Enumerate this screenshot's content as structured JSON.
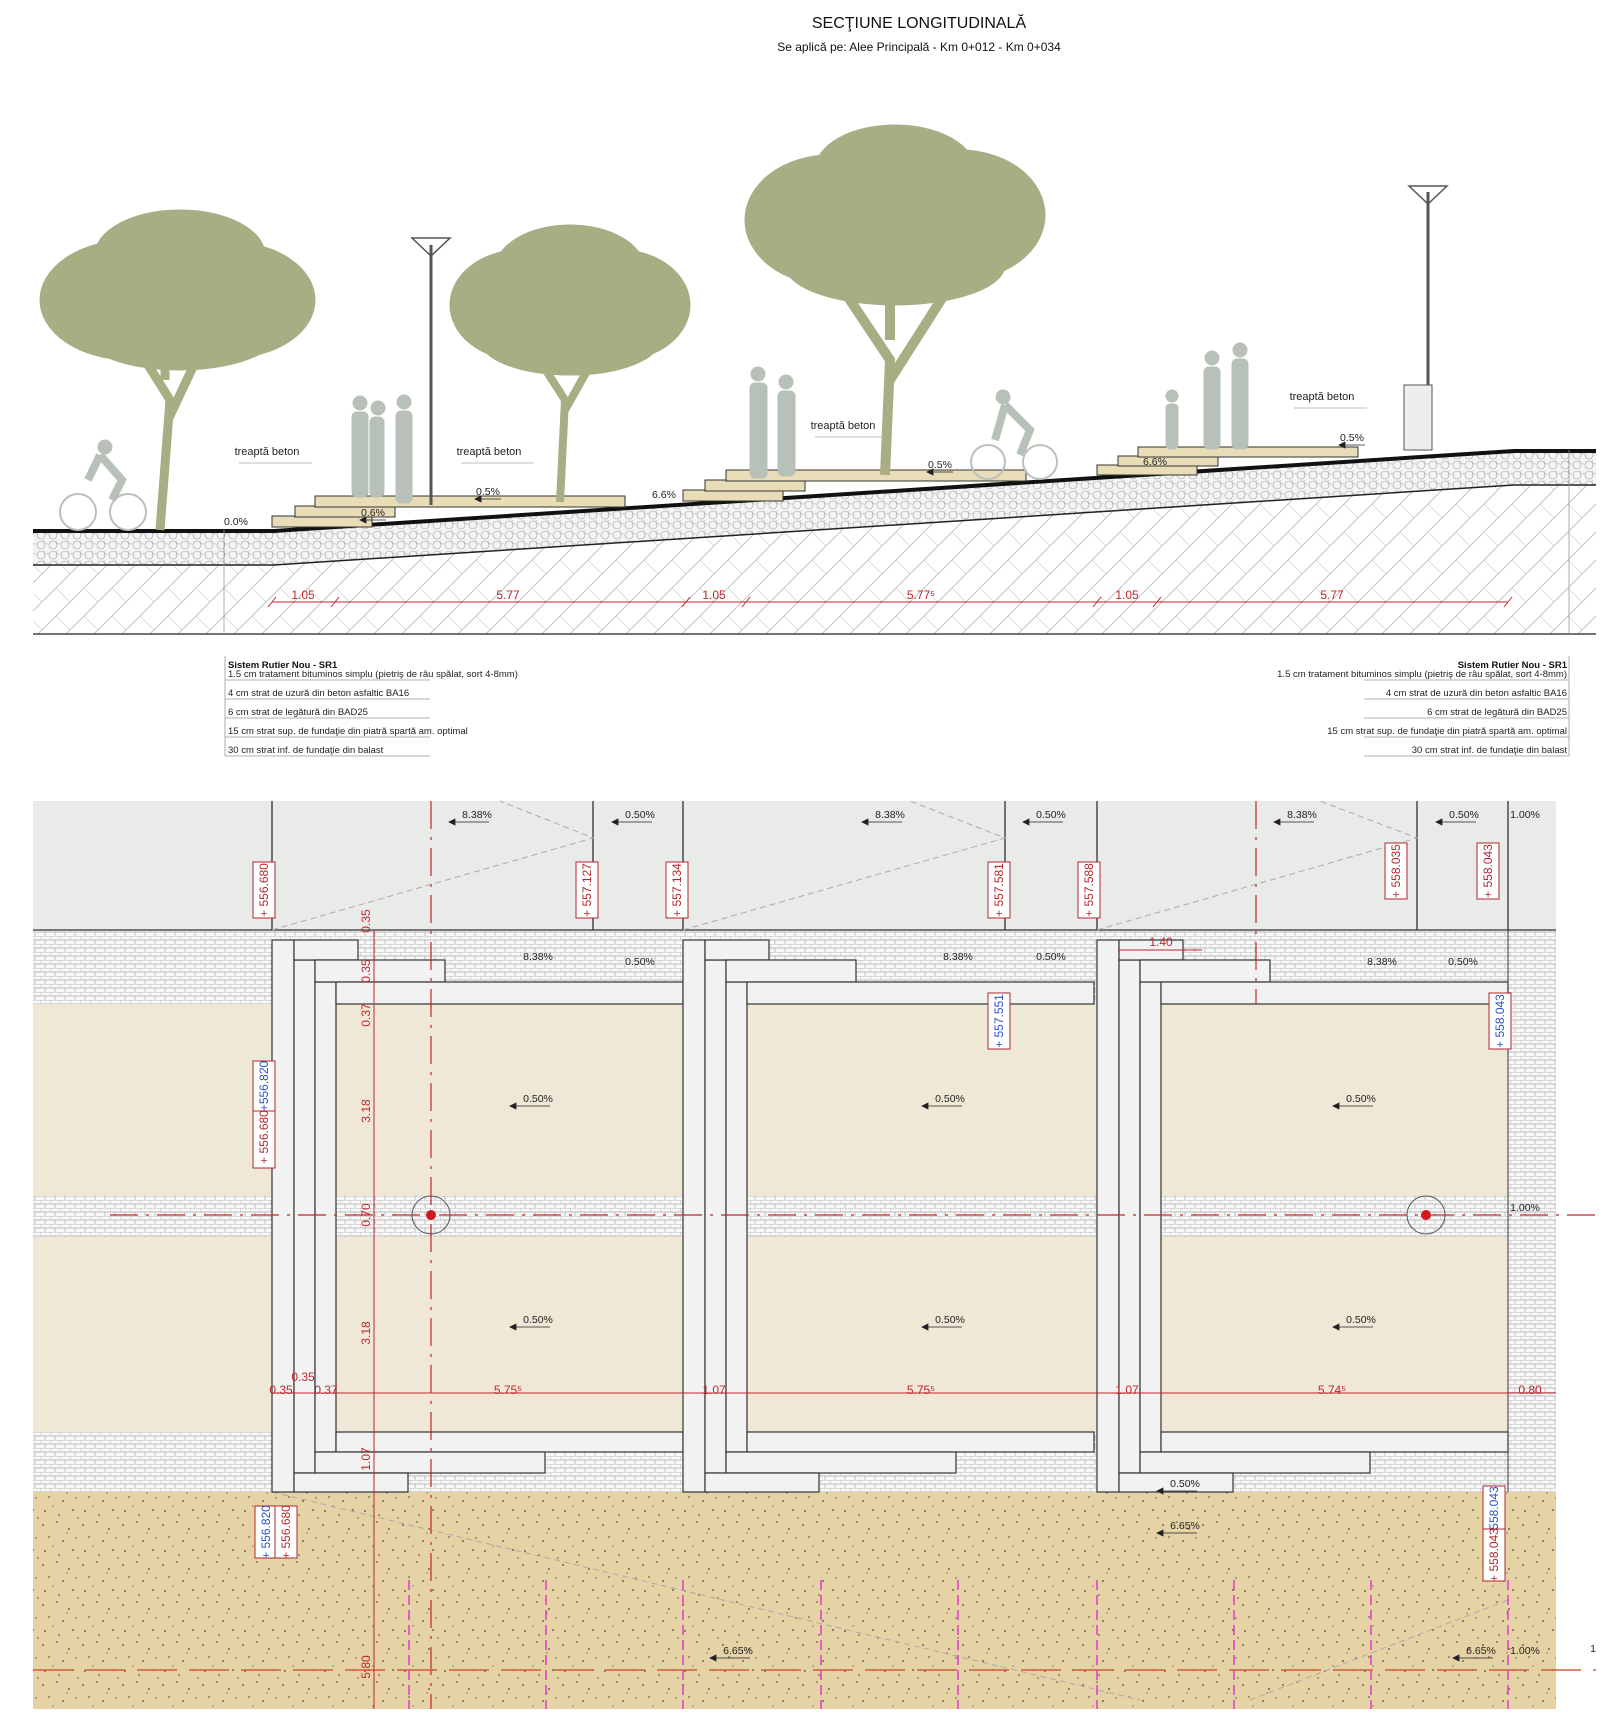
{
  "title": "SECŢIUNE LONGITUDINALĂ",
  "subtitle": "Se aplică pe:  Alee Principală - Km 0+012 - Km 0+034",
  "colors": {
    "tree": "#a9ad84",
    "step": "#e9ddb8",
    "dimension": "#c0272d",
    "elevation_red": "#b3262b",
    "elevation_blue": "#2851c8",
    "sand": "#e6d3a5",
    "plan_field": "#efe8d6",
    "plan_top": "#e8ebe8"
  },
  "section": {
    "step_labels": [
      "treaptă beton",
      "treaptă beton",
      "treaptă beton",
      "treaptă beton"
    ],
    "slopes": [
      "0.0%",
      "0.6%",
      "0.5%",
      "6.6%",
      "0.5%",
      "6.6%",
      "0.5%"
    ],
    "dimensions": [
      "1.05",
      "5.77",
      "1.05",
      "5.77⁵",
      "1.05",
      "5.77"
    ]
  },
  "legend": {
    "title": "Sistem Rutier Nou - SR1",
    "layers": [
      "1.5 cm tratament bituminos simplu (pietriş de râu spălat, sort 4-8mm)",
      "4 cm strat de uzură din beton asfaltic BA16",
      "6 cm strat de legătură din BAD25",
      "15 cm strat sup. de fundaţie din piatră spartă am. optimal",
      "30 cm strat inf. de fundaţie din balast"
    ]
  },
  "plan": {
    "top_slopes": [
      "8.38%",
      "0.50%",
      "8.38%",
      "0.50%",
      "8.38%",
      "0.50%",
      "1.00%"
    ],
    "step_slopes": [
      "8.38%",
      "0.50%",
      "8.38%",
      "0.50%",
      "8.38%",
      "0.50%"
    ],
    "step_width": "1.40",
    "field_slopes": [
      "0.50%",
      "0.50%",
      "0.50%",
      "0.50%",
      "0.50%",
      "0.50%"
    ],
    "right_slope": "1.00%",
    "bottom_slopes": [
      "0.50%",
      "6.65%",
      "6.65%",
      "6.65%",
      "1.00%"
    ],
    "axis_label": "1",
    "elevations_top": [
      "+ 556.680",
      "+ 557.127",
      "+ 557.134",
      "+ 557.581",
      "+ 557.588",
      "+ 558.035",
      "+ 558.043"
    ],
    "elevations_inner_blue": [
      "+ 557.551",
      "+ 558.043"
    ],
    "elevation_left_red": "+ 556.680",
    "elevation_left_blue": "+556.820",
    "elevation_bottom_left_blue": "+ 556.820",
    "elevation_bottom_left_red": "+ 556.680",
    "elevation_bottom_right_blue": "558.043",
    "elevation_bottom_right_red": "+ 558.043",
    "horizontal_dims": [
      "0.35",
      "0.35",
      "0.37",
      "5.75⁵",
      "1.07",
      "5.75⁵",
      "1.07",
      "5.74⁵",
      "0.80"
    ],
    "vertical_dims": [
      "0.35",
      "0.35",
      "0.37",
      "3.18",
      "0.70",
      "3.18",
      "1.07",
      "5.80"
    ]
  }
}
